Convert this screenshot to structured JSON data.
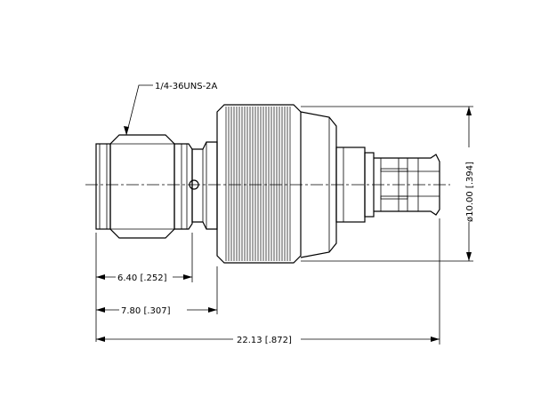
{
  "thread_callout": "1/4-36UNS-2A",
  "dimensions": {
    "d1": "6.40 [.252]",
    "d2": "7.80 [.307]",
    "d3": "22.13 [.872]",
    "diameter": "ø10.00 [.394]"
  }
}
